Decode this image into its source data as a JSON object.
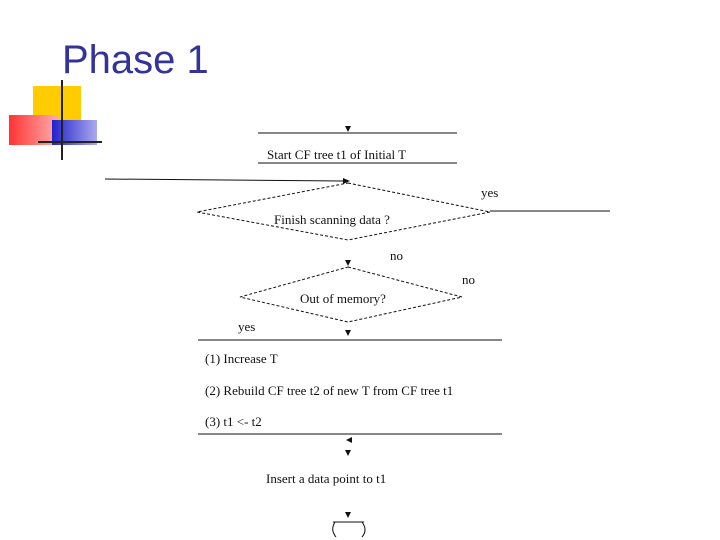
{
  "slide": {
    "title": "Phase 1"
  },
  "flowchart": {
    "start": "Start CF tree t1 of Initial T",
    "decision_finish": "Finish scanning data ?",
    "decision_finish_yes": "yes",
    "decision_finish_no": "no",
    "decision_memory": "Out of memory?",
    "decision_memory_no": "no",
    "decision_memory_yes": "yes",
    "step1": "(1) Increase T",
    "step2": "(2) Rebuild CF tree t2 of new T from CF tree t1",
    "step3": "(3) t1 <- t2",
    "insert": "Insert a data point to t1"
  },
  "colors": {
    "title": "#333399",
    "accent_yellow": "#ffcc00",
    "accent_red": "#ff3333",
    "accent_blue": "#2222cc"
  }
}
